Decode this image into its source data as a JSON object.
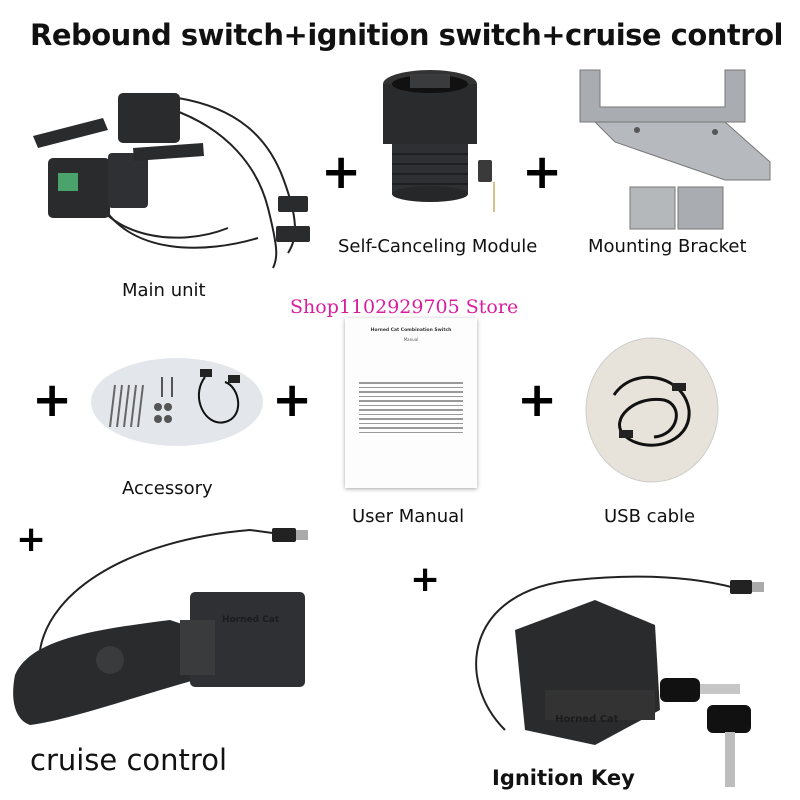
{
  "title": "Rebound switch+ignition switch+cruise control",
  "watermark": "Shop1102929705 Store",
  "items": {
    "main_unit": {
      "label": "Main unit"
    },
    "self_canceling": {
      "label": "Self-Canceling Module"
    },
    "mounting_bracket": {
      "label": "Mounting Bracket"
    },
    "accessory": {
      "label": "Accessory"
    },
    "user_manual": {
      "label": "User Manual",
      "doc_title": "Horned Cat Combination Switch",
      "doc_subtitle": "Manual"
    },
    "usb_cable": {
      "label": "USB cable"
    },
    "cruise_control": {
      "label": "cruise control",
      "device_text": "Horned Cat"
    },
    "ignition_key": {
      "label": "Ignition Key",
      "device_text": "Horned Cat"
    }
  },
  "plus_symbol": "+",
  "colors": {
    "watermark": "#d81e9f",
    "text": "#111111",
    "device": "#2a2b2d",
    "bracket": "#a9adb1"
  }
}
